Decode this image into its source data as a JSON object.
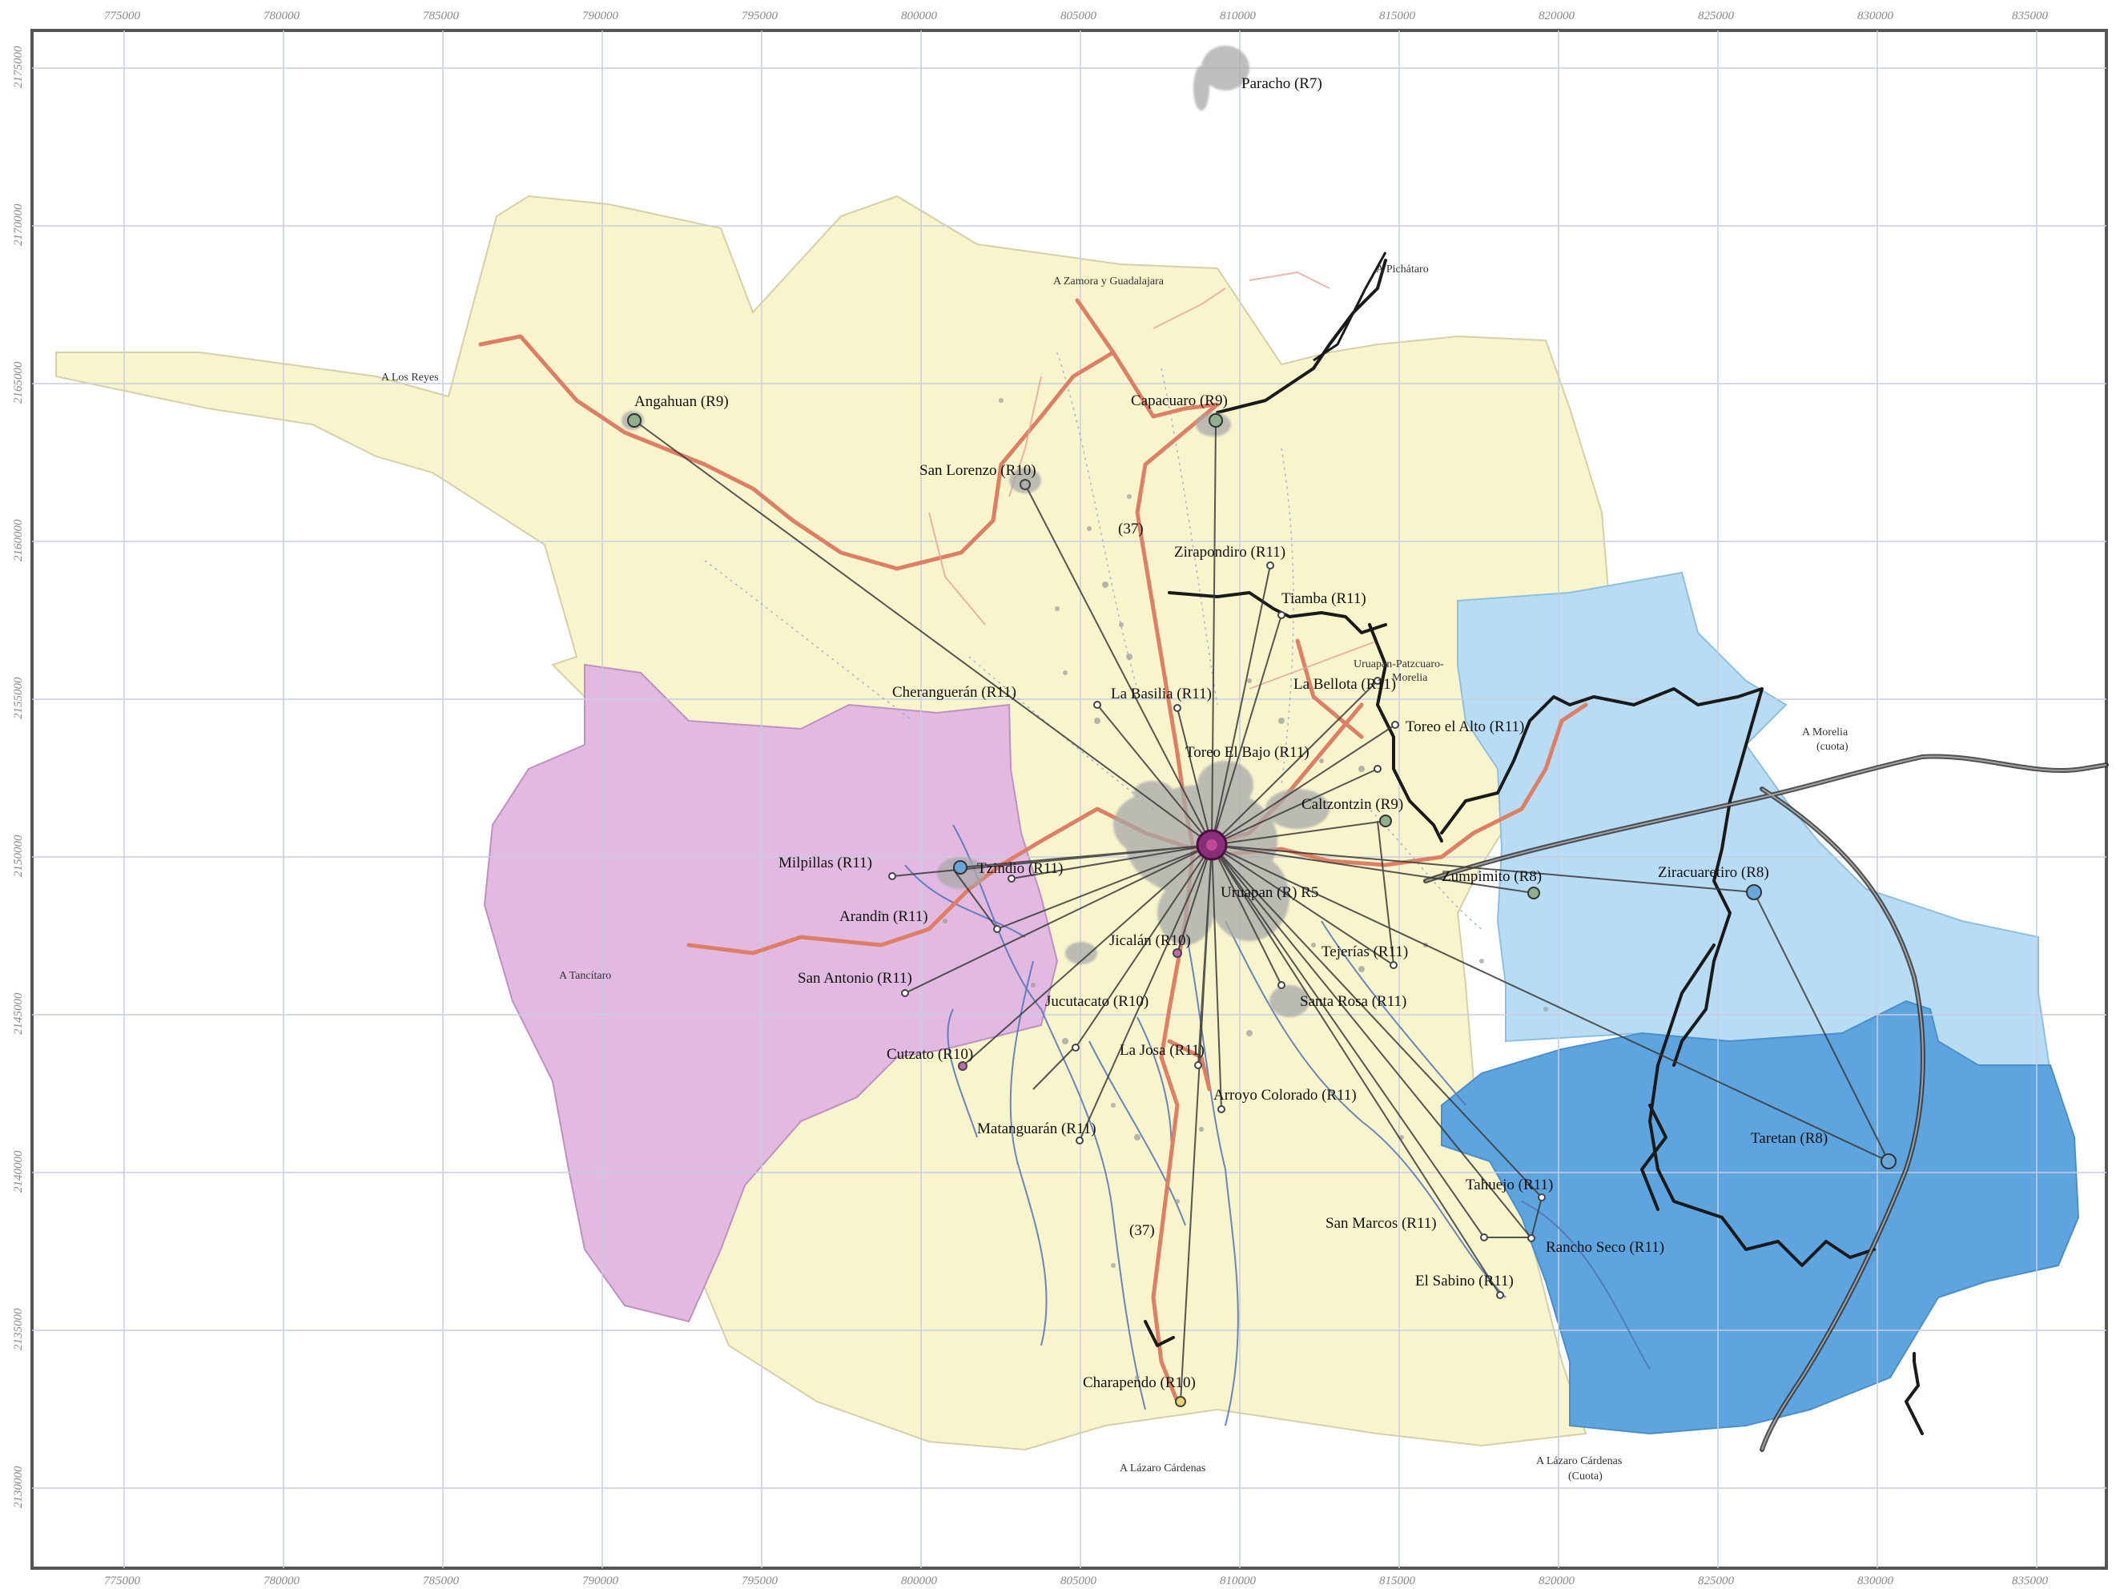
{
  "map": {
    "x_ticks": [
      "775000",
      "780000",
      "785000",
      "790000",
      "795000",
      "800000",
      "805000",
      "810000",
      "815000",
      "820000",
      "825000",
      "830000",
      "835000"
    ],
    "y_ticks": [
      "2175000",
      "2170000",
      "2165000",
      "2160000",
      "2155000",
      "2150000",
      "2145000",
      "2140000",
      "2135000",
      "2130000"
    ],
    "colors": {
      "region_yellow": "#f8f4cc",
      "region_purple": "#e1b9e1",
      "region_light_blue": "#b7dcf4",
      "region_blue": "#5ea5df",
      "road_red": "#de7e64",
      "road_black": "#1a1a1a",
      "river_blue": "#4f73b8",
      "grid": "#c8cde0",
      "center_node": "#8b2e7a",
      "urban_gray": "#a9a9a9"
    },
    "places": [
      {
        "id": "paracho",
        "label": "Paracho (R7)"
      },
      {
        "id": "angahuan",
        "label": "Angahuan (R9)"
      },
      {
        "id": "capacuaro",
        "label": "Capacuaro (R9)"
      },
      {
        "id": "san-lorenzo",
        "label": "San Lorenzo (R10)"
      },
      {
        "id": "zirapondiro",
        "label": "Zirapondiro (R11)"
      },
      {
        "id": "tiamba",
        "label": "Tiamba (R11)"
      },
      {
        "id": "la-bellota",
        "label": "La Bellota (R11)"
      },
      {
        "id": "cherangueran",
        "label": "Cheranguerán (R11)"
      },
      {
        "id": "la-basilia",
        "label": "La Basilia (R11)"
      },
      {
        "id": "toreo-el-alto",
        "label": "Toreo el Alto (R11)"
      },
      {
        "id": "toreo-el-bajo",
        "label": "Toreo El Bajo (R11)"
      },
      {
        "id": "caltzontzin",
        "label": "Caltzontzin (R9)"
      },
      {
        "id": "milpillas",
        "label": "Milpillas (R11)"
      },
      {
        "id": "tzindio",
        "label": "Tzindio (R11)"
      },
      {
        "id": "arandin",
        "label": "Arandin (R11)"
      },
      {
        "id": "uruapan",
        "label": "Uruapan (R) R5"
      },
      {
        "id": "zumpimito",
        "label": "Zumpimito (R8)"
      },
      {
        "id": "ziracuaretiro",
        "label": "Ziracuaretiro (R8)"
      },
      {
        "id": "jicalan",
        "label": "Jicalán (R10)"
      },
      {
        "id": "san-antonio",
        "label": "San Antonio (R11)"
      },
      {
        "id": "tejerias",
        "label": "Tejerías (R11)"
      },
      {
        "id": "jucutacato",
        "label": "Jucutacato (R10)"
      },
      {
        "id": "santa-rosa",
        "label": "Santa Rosa (R11)"
      },
      {
        "id": "cutzato",
        "label": "Cutzato (R10)"
      },
      {
        "id": "la-josa",
        "label": "La Josa (R11)"
      },
      {
        "id": "arroyo-colorado",
        "label": "Arroyo Colorado (R11)"
      },
      {
        "id": "matanguaran",
        "label": "Matanguarán (R11)"
      },
      {
        "id": "taretan",
        "label": "Taretan (R8)"
      },
      {
        "id": "tahuejo",
        "label": "Tahuejo (R11)"
      },
      {
        "id": "san-marcos",
        "label": "San Marcos (R11)"
      },
      {
        "id": "rancho-seco",
        "label": "Rancho Seco (R11)"
      },
      {
        "id": "el-sabino",
        "label": "El Sabino (R11)"
      },
      {
        "id": "charapendo",
        "label": "Charapendo (R10)"
      }
    ],
    "destinations": {
      "zamora": "A Zamora y Guadalajara",
      "pichataro": "A Pichátaro",
      "los_reyes": "A Los Reyes",
      "patzcuaro_1": "Uruapan-Patzcuaro-",
      "patzcuaro_2": "Morelia",
      "morelia_1": "A Morelia",
      "morelia_2": "(cuota)",
      "tancitaro": "A Tancítaro",
      "lazaro": "A Lázaro Cárdenas",
      "lazaro_cuota_1": "A Lázaro Cárdenas",
      "lazaro_cuota_2": "(Cuota)"
    },
    "route_labels": {
      "north": "(37)",
      "south": "(37)"
    }
  }
}
